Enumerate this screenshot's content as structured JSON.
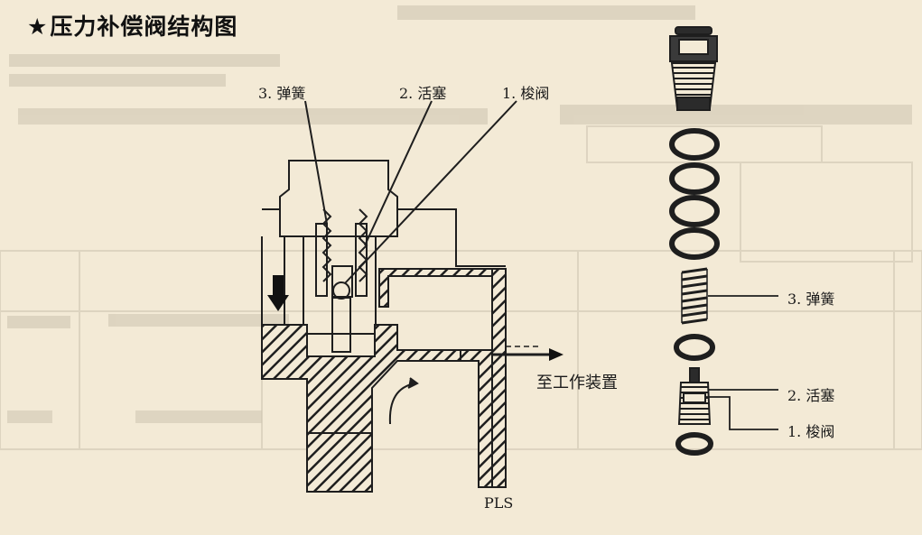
{
  "title": {
    "star": "★",
    "text": "压力补偿阀结构图"
  },
  "diagram": {
    "callouts_section": {
      "spring": "3. 弹簧",
      "piston": "2. 活塞",
      "shuttle_valve": "1. 梭阀"
    },
    "callouts_exploded": {
      "spring": "3. 弹簧",
      "piston": "2. 活塞",
      "shuttle_valve": "1. 梭阀"
    },
    "to_work_device": "至工作装置",
    "pls_port": "PLS"
  },
  "colors": {
    "paper": "#f3ead6",
    "ink": "#1e1e1e",
    "bleed_through": "#c9c0ad"
  }
}
